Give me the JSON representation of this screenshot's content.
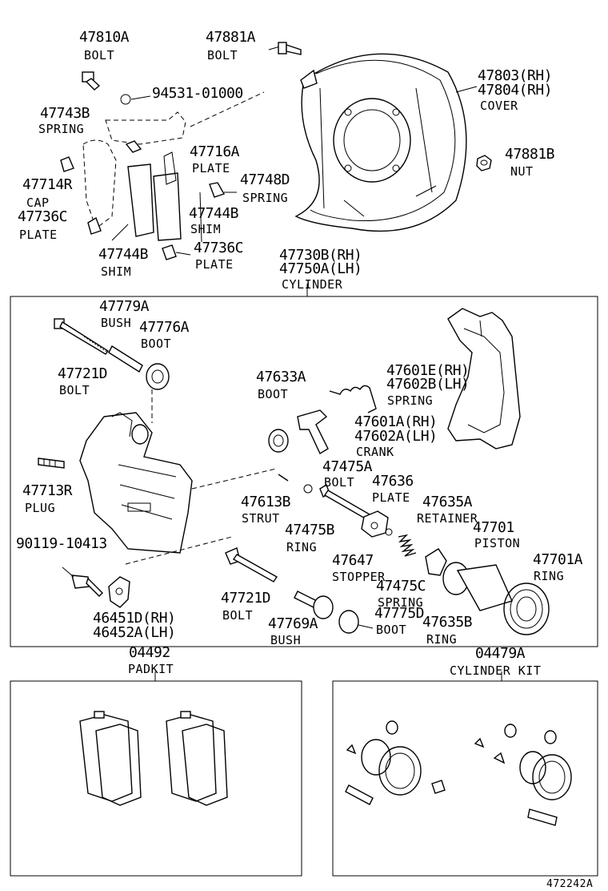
{
  "labels": {
    "p47810A": {
      "pn": "47810A",
      "name": "BOLT"
    },
    "p47881A": {
      "pn": "47881A",
      "name": "BOLT"
    },
    "p94531": {
      "pn": "94531-01000"
    },
    "p47803": {
      "pn_rh": "47803(RH)",
      "pn_lh": "47804(RH)",
      "name": "COVER"
    },
    "p47743B": {
      "pn": "47743B",
      "name": "SPRING"
    },
    "p47716A": {
      "pn": "47716A",
      "name": "PLATE"
    },
    "p47881B": {
      "pn": "47881B",
      "name": "NUT"
    },
    "p47714R": {
      "pn": "47714R",
      "name": "CAP"
    },
    "p47748D": {
      "pn": "47748D",
      "name": "SPRING"
    },
    "p47736C_left": {
      "pn": "47736C",
      "name": "PLATE"
    },
    "p47744B_right": {
      "pn": "47744B",
      "name": "SHIM"
    },
    "p47736C_right": {
      "pn": "47736C",
      "name": "PLATE"
    },
    "p47744B_left": {
      "pn": "47744B",
      "name": "SHIM"
    },
    "p47730B": {
      "pn_rh": "47730B(RH)",
      "pn_lh": "47750A(LH)",
      "name": "CYLINDER"
    },
    "p47779A": {
      "pn": "47779A",
      "name": "BUSH"
    },
    "p47776A": {
      "pn": "47776A",
      "name": "BOOT"
    },
    "p47721D_top": {
      "pn": "47721D",
      "name": "BOLT"
    },
    "p47633A": {
      "pn": "47633A",
      "name": "BOOT"
    },
    "p47601E": {
      "pn_rh": "47601E(RH)",
      "pn_lh": "47602B(LH)",
      "name": "SPRING"
    },
    "p47601A": {
      "pn_rh": "47601A(RH)",
      "pn_lh": "47602A(LH)",
      "name": "CRANK"
    },
    "p47475A": {
      "pn": "47475A",
      "name": "BOLT"
    },
    "p47636": {
      "pn": "47636",
      "name": "PLATE"
    },
    "p47713R": {
      "pn": "47713R",
      "name": "PLUG"
    },
    "p47613B": {
      "pn": "47613B",
      "name": "STRUT"
    },
    "p47475B": {
      "pn": "47475B",
      "name": "RING"
    },
    "p47635A": {
      "pn": "47635A",
      "name": "RETAINER"
    },
    "p47701": {
      "pn": "47701",
      "name": "PISTON"
    },
    "p90119": {
      "pn": "90119-10413"
    },
    "p47647": {
      "pn": "47647",
      "name": "STOPPER"
    },
    "p47701A": {
      "pn": "47701A",
      "name": "RING"
    },
    "p47475C": {
      "pn": "47475C",
      "name": "SPRING"
    },
    "p47721D_bottom": {
      "pn": "47721D",
      "name": "BOLT"
    },
    "p47769A": {
      "pn": "47769A",
      "name": "BUSH"
    },
    "p47775D": {
      "pn": "47775D",
      "name": "BOOT"
    },
    "p47635B": {
      "pn": "47635B",
      "name": "RING"
    },
    "p46451D": {
      "pn_rh": "46451D(RH)",
      "pn_lh": "46452A(LH)"
    },
    "p04492": {
      "pn": "04492",
      "name": "PADKIT"
    },
    "p04479A": {
      "pn": "04479A",
      "name": "CYLINDER KIT"
    }
  },
  "diagram_id": "472242A"
}
